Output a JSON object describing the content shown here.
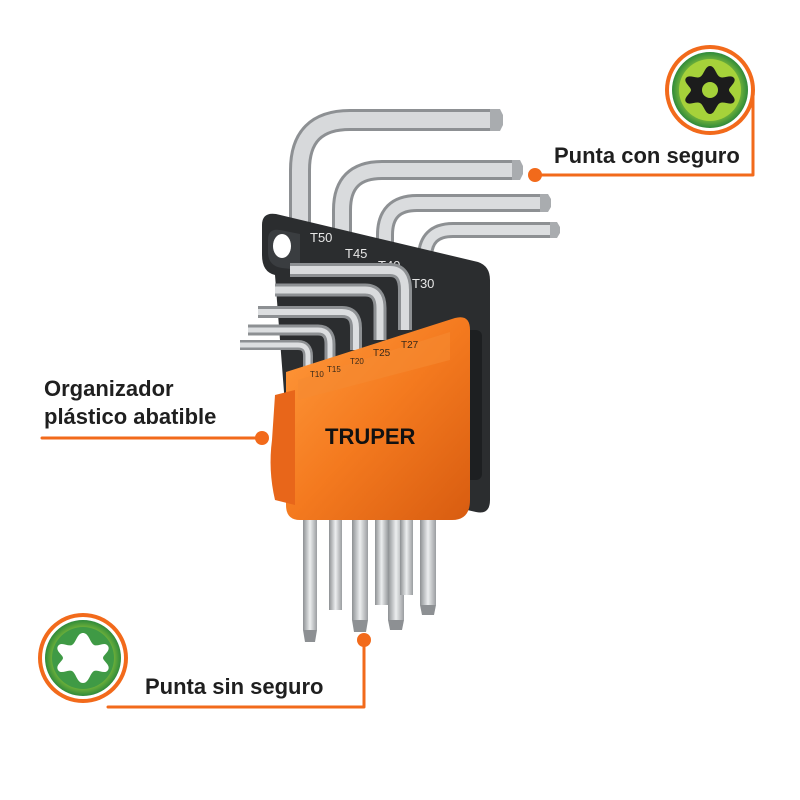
{
  "callouts": {
    "top_label": "Punta con seguro",
    "left_label_line1": "Organizador",
    "left_label_line2": "plástico abatible",
    "bottom_label": "Punta sin seguro"
  },
  "product": {
    "brand": "TRUPER",
    "large_sizes": [
      "T50",
      "T45",
      "T40",
      "T30"
    ],
    "small_sizes": [
      "T10",
      "T15",
      "T20",
      "T25",
      "T27"
    ]
  },
  "colors": {
    "accent_orange": "#f26a1b",
    "holder_orange": "#f27a1e",
    "holder_dark": "#2b2d2f",
    "icon_green_dark": "#2f8a3a",
    "icon_green_light": "#a6d23a",
    "icon_star_dark": "#1c1c1c",
    "metal": "#c7c9cb"
  },
  "icons": {
    "top_icon": "torx-tamper-proof-icon",
    "bottom_icon": "torx-star-icon"
  }
}
